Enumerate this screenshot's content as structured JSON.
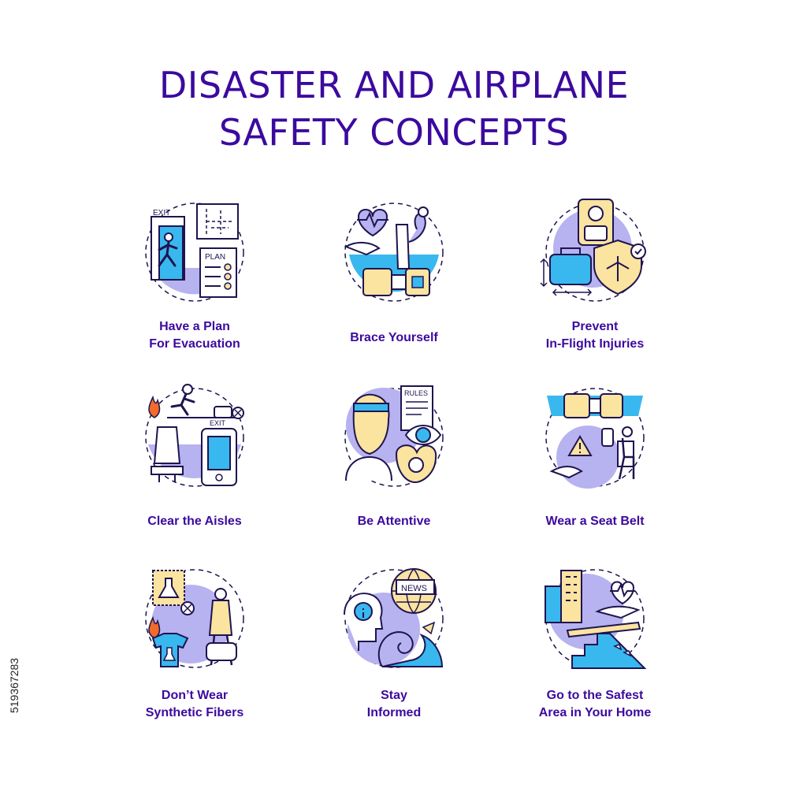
{
  "title": {
    "line1": "DISASTER AND AIRPLANE",
    "line2": "SAFETY CONCEPTS"
  },
  "colors": {
    "title": "#3b0a9e",
    "stroke": "#1f1450",
    "circle": "#b7b2f0",
    "yellow": "#fbe3a0",
    "blue": "#39b8ef",
    "red": "#f26a2c"
  },
  "items": [
    {
      "id": "evacuation",
      "icon": "evacuation-plan-icon",
      "line1": "Have a Plan",
      "line2": "For Evacuation",
      "tag1": "EXIT",
      "tag2": "PLAN"
    },
    {
      "id": "brace",
      "icon": "brace-position-icon",
      "line1": "Brace Yourself",
      "line2": ""
    },
    {
      "id": "prevent",
      "icon": "luggage-shield-icon",
      "line1": "Prevent",
      "line2": "In-Flight Injuries"
    },
    {
      "id": "aisles",
      "icon": "aisle-exit-icon",
      "line1": "Clear the Aisles",
      "line2": "",
      "tag1": "EXIT"
    },
    {
      "id": "attentive",
      "icon": "flight-attendant-icon",
      "line1": "Be Attentive",
      "line2": "",
      "tag1": "RULES"
    },
    {
      "id": "seatbelt",
      "icon": "seat-belt-icon",
      "line1": "Wear a Seat Belt",
      "line2": ""
    },
    {
      "id": "synthetic",
      "icon": "synthetic-fibers-icon",
      "line1": "Don’t Wear",
      "line2": "Synthetic Fibers"
    },
    {
      "id": "informed",
      "icon": "news-storm-icon",
      "line1": "Stay",
      "line2": "Informed",
      "tag1": "NEWS"
    },
    {
      "id": "safest",
      "icon": "safe-home-icon",
      "line1": "Go to the Safest",
      "line2": "Area in Your Home"
    }
  ],
  "stock_id": "519367283"
}
